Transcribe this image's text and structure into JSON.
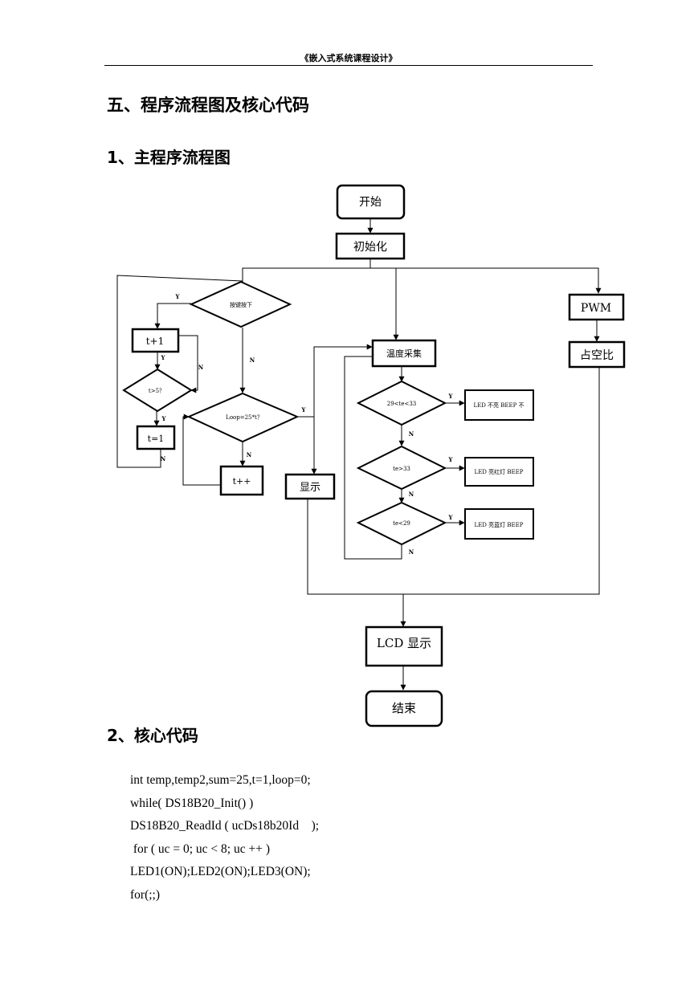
{
  "header": {
    "title": "《嵌入式系统课程设计》"
  },
  "section_title": "五、程序流程图及核心代码",
  "subsection_1": "1、主程序流程图",
  "subsection_2": "2、核心代码",
  "flowchart": {
    "start": "开始",
    "init": "初始化",
    "pwm": "PWM",
    "duty": "占空比",
    "key_pressed": "按键按下",
    "t_plus_1": "t+1",
    "t_gt_5": "t>5？",
    "t_eq_1": "t=1",
    "loop_check": "Loop=25*t？",
    "t_inc": "t++",
    "display": "显示",
    "temp_collect": "温度采集",
    "cond_range": "29<te<33",
    "cond_gt33": "te>33",
    "cond_lt29": "te<29",
    "led_off": "LED 不亮 BEEP 不",
    "led_red": "LED 亮红灯 BEEP",
    "led_blue": "LED 亮蓝灯 BEEP",
    "lcd_display": "LCD 显示",
    "end": "结束",
    "yes": "Y",
    "no": "N"
  },
  "code_lines": [
    "int temp,temp2,sum=25,t=1,loop=0;",
    "while( DS18B20_Init() )",
    "DS18B20_ReadId ( ucDs18b20Id    );",
    " for ( uc = 0; uc < 8; uc ++ )",
    "LED1(ON);LED2(ON);LED3(ON);",
    "for(;;)"
  ]
}
